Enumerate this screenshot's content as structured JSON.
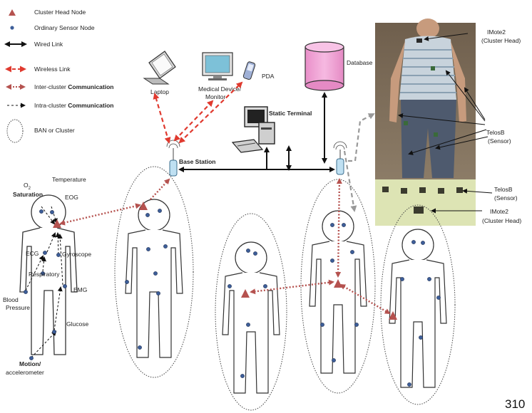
{
  "legend": {
    "cluster_head": "Cluster Head Node",
    "ordinary": "Ordinary Sensor Node",
    "wired": "Wired Link",
    "wireless": "Wireless Link",
    "inter_pre": "Inter-cluster",
    "inter_bold": "Communication",
    "intra_pre": "Intra-cluster",
    "intra_bold": "Communication",
    "ban": "BAN or Cluster"
  },
  "devices": {
    "laptop": "Laptop",
    "medical_1": "Medical Device/",
    "medical_2": "Monitor",
    "pda": "PDA",
    "database": "Database",
    "static_terminal": "Static Terminal",
    "base_station": "Base Station"
  },
  "body_sensors": {
    "o2": "O",
    "o2_sub": "2",
    "saturation": "Saturation",
    "temperature": "Temperature",
    "eog": "EOG",
    "ecg": "ECG",
    "gyroscope": "Gyroscope",
    "respiratory": "Respiratory",
    "emg": "EMG",
    "blood": "Blood",
    "pressure": "Pressure",
    "glucose": "Glucose",
    "motion": "Motion/",
    "accelerometer": "accelerometer"
  },
  "photo_labels": {
    "imote_top_1": "IMote2",
    "imote_top_2": "(Cluster Head)",
    "telos_mid_1": "TelosB",
    "telos_mid_2": "(Sensor)",
    "telos_low_1": "TelosB",
    "telos_low_2": "(Sensor)",
    "imote_low_1": "IMote2",
    "imote_low_2": "(Cluster Head)"
  },
  "page_number": "310",
  "colors": {
    "cluster_head": "#b5524f",
    "sensor": "#3d5e99",
    "wireless": "#e03a2f",
    "inter_cluster": "#b5524f",
    "database": "#f2a6d8",
    "photo_bg": "#8a7a66"
  }
}
